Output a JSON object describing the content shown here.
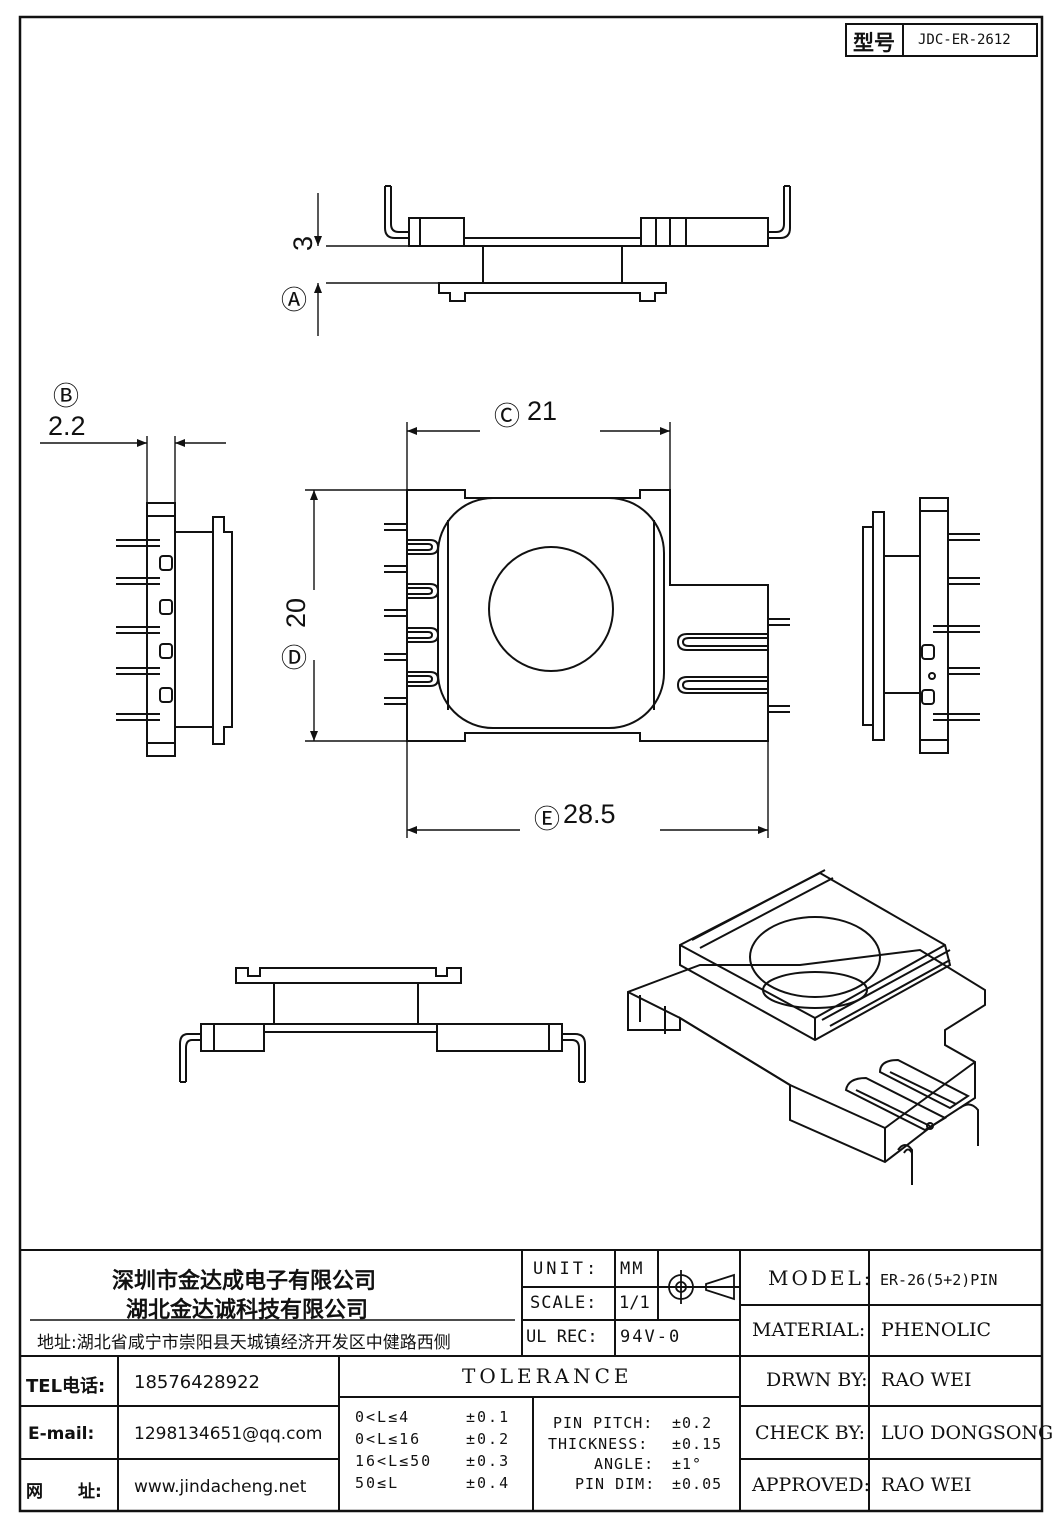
{
  "header": {
    "model_label": "型号",
    "model_value": "JDC-ER-2612"
  },
  "dimensions": {
    "a": {
      "marker": "Ⓐ",
      "value": "3"
    },
    "b": {
      "marker": "Ⓑ",
      "value": "2.2"
    },
    "c": {
      "marker": "Ⓒ",
      "value": "21"
    },
    "d": {
      "marker": "Ⓓ",
      "value": "20"
    },
    "e": {
      "marker": "Ⓔ",
      "value": "28.5"
    }
  },
  "title_block": {
    "company_1": "深圳市金达成电子有限公司",
    "company_2": "湖北金达诚科技有限公司",
    "address": "地址:湖北省咸宁市崇阳县天城镇经济开发区中健路西侧",
    "tel_label": "TEL电话:",
    "tel_value": "18576428922",
    "email_label": "E-mail:",
    "email_value": "1298134651@qq.com",
    "web_label_1": "网",
    "web_label_2": "址:",
    "web_value": "www.jindacheng.net",
    "unit_label": "UNIT:",
    "unit_value": "MM",
    "scale_label": "SCALE:",
    "scale_value": "1/1",
    "ul_label": "UL REC:",
    "ul_value": "94V-0",
    "tolerance_title": "TOLERANCE",
    "tolerances": [
      {
        "range": "0<L≤4",
        "value": "±0.1"
      },
      {
        "range": "0<L≤16",
        "value": "±0.2"
      },
      {
        "range": "16<L≤50",
        "value": "±0.3"
      },
      {
        "range": "50≤L",
        "value": "±0.4"
      }
    ],
    "specs": [
      {
        "label": "PIN PITCH:",
        "value": "±0.2"
      },
      {
        "label": "THICKNESS:",
        "value": "±0.15"
      },
      {
        "label": "ANGLE:",
        "value": "±1°"
      },
      {
        "label": "PIN DIM:",
        "value": "±0.05"
      }
    ],
    "model_label": "MODEL:",
    "model_value": "ER-26(5+2)PIN",
    "material_label": "MATERIAL:",
    "material_value": "PHENOLIC",
    "drawn_label": "DRWN BY:",
    "drawn_value": "RAO WEI",
    "check_label": "CHECK BY:",
    "check_value": "LUO DONGSONG",
    "approved_label": "APPROVED:",
    "approved_value": "RAO WEI"
  }
}
